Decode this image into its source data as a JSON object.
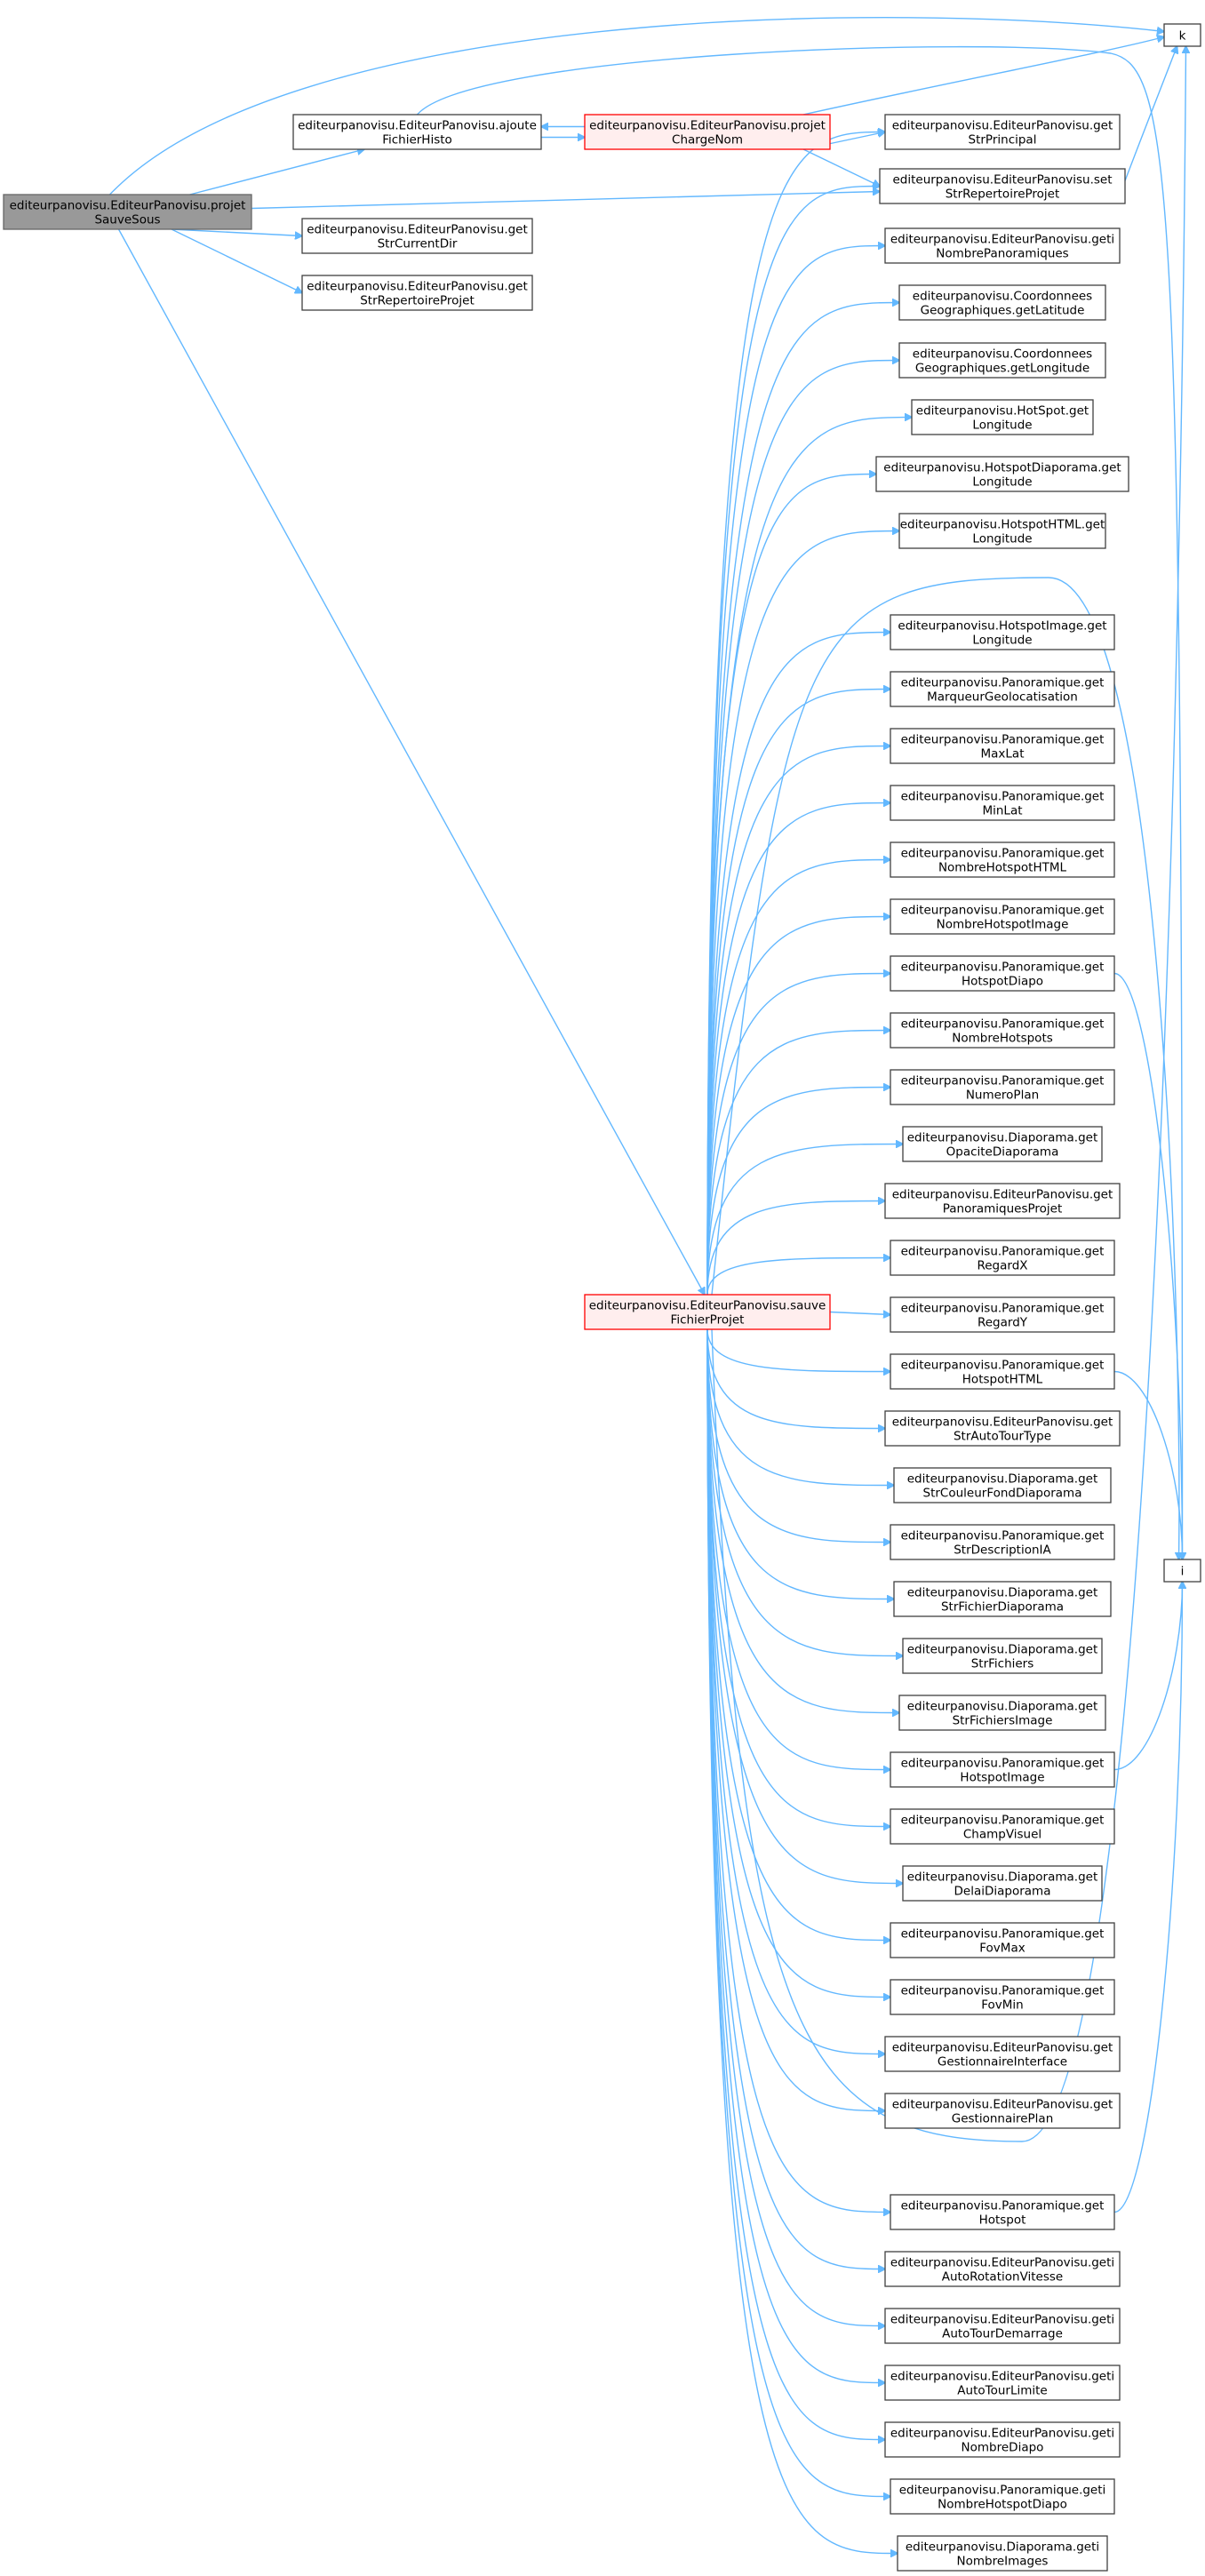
{
  "diagram": {
    "type": "call-graph",
    "colors": {
      "edge": "#63b8ff",
      "root_fill": "#999999",
      "highlight_border": "#ff0000",
      "highlight_fill": "#ffeeee",
      "node_border": "#404040"
    },
    "nodes": [
      {
        "id": "root",
        "lines": [
          "editeurpanovisu.EditeurPanovisu.projet",
          "SauveSous"
        ],
        "style": "root"
      },
      {
        "id": "ajoute",
        "lines": [
          "editeurpanovisu.EditeurPanovisu.ajoute",
          "FichierHisto"
        ],
        "style": "normal"
      },
      {
        "id": "charge",
        "lines": [
          "editeurpanovisu.EditeurPanovisu.projet",
          "ChargeNom"
        ],
        "style": "highlight"
      },
      {
        "id": "getCurDir",
        "lines": [
          "editeurpanovisu.EditeurPanovisu.get",
          "StrCurrentDir"
        ],
        "style": "normal"
      },
      {
        "id": "getRepProj",
        "lines": [
          "editeurpanovisu.EditeurPanovisu.get",
          "StrRepertoireProjet"
        ],
        "style": "normal"
      },
      {
        "id": "sauve",
        "lines": [
          "editeurpanovisu.EditeurPanovisu.sauve",
          "FichierProjet"
        ],
        "style": "highlight"
      },
      {
        "id": "k",
        "lines": [
          "k"
        ],
        "style": "normal"
      },
      {
        "id": "i",
        "lines": [
          "i"
        ],
        "style": "normal"
      },
      {
        "id": "n1",
        "lines": [
          "editeurpanovisu.EditeurPanovisu.get",
          "StrPrincipal"
        ],
        "style": "normal"
      },
      {
        "id": "n2",
        "lines": [
          "editeurpanovisu.EditeurPanovisu.set",
          "StrRepertoireProjet"
        ],
        "style": "normal"
      },
      {
        "id": "n3",
        "lines": [
          "editeurpanovisu.EditeurPanovisu.geti",
          "NombrePanoramiques"
        ],
        "style": "normal"
      },
      {
        "id": "n4",
        "lines": [
          "editeurpanovisu.Coordonnees",
          "Geographiques.getLatitude"
        ],
        "style": "normal"
      },
      {
        "id": "n5",
        "lines": [
          "editeurpanovisu.Coordonnees",
          "Geographiques.getLongitude"
        ],
        "style": "normal"
      },
      {
        "id": "n6",
        "lines": [
          "editeurpanovisu.HotSpot.get",
          "Longitude"
        ],
        "style": "normal"
      },
      {
        "id": "n7",
        "lines": [
          "editeurpanovisu.HotspotDiaporama.get",
          "Longitude"
        ],
        "style": "normal"
      },
      {
        "id": "n8",
        "lines": [
          "editeurpanovisu.HotspotHTML.get",
          "Longitude"
        ],
        "style": "normal"
      },
      {
        "id": "n9",
        "lines": [
          "editeurpanovisu.HotspotImage.get",
          "Longitude"
        ],
        "style": "normal"
      },
      {
        "id": "n10",
        "lines": [
          "editeurpanovisu.Panoramique.get",
          "MarqueurGeolocatisation"
        ],
        "style": "normal"
      },
      {
        "id": "n11",
        "lines": [
          "editeurpanovisu.Panoramique.get",
          "MaxLat"
        ],
        "style": "normal"
      },
      {
        "id": "n12",
        "lines": [
          "editeurpanovisu.Panoramique.get",
          "MinLat"
        ],
        "style": "normal"
      },
      {
        "id": "n13",
        "lines": [
          "editeurpanovisu.Panoramique.get",
          "NombreHotspotHTML"
        ],
        "style": "normal"
      },
      {
        "id": "n14",
        "lines": [
          "editeurpanovisu.Panoramique.get",
          "NombreHotspotImage"
        ],
        "style": "normal"
      },
      {
        "id": "n15",
        "lines": [
          "editeurpanovisu.Panoramique.get",
          "HotspotDiapo"
        ],
        "style": "normal"
      },
      {
        "id": "n16",
        "lines": [
          "editeurpanovisu.Panoramique.get",
          "NombreHotspots"
        ],
        "style": "normal"
      },
      {
        "id": "n17",
        "lines": [
          "editeurpanovisu.Panoramique.get",
          "NumeroPlan"
        ],
        "style": "normal"
      },
      {
        "id": "n18",
        "lines": [
          "editeurpanovisu.Diaporama.get",
          "OpaciteDiaporama"
        ],
        "style": "normal"
      },
      {
        "id": "n19",
        "lines": [
          "editeurpanovisu.EditeurPanovisu.get",
          "PanoramiquesProjet"
        ],
        "style": "normal"
      },
      {
        "id": "n20",
        "lines": [
          "editeurpanovisu.Panoramique.get",
          "RegardX"
        ],
        "style": "normal"
      },
      {
        "id": "n21",
        "lines": [
          "editeurpanovisu.Panoramique.get",
          "RegardY"
        ],
        "style": "normal"
      },
      {
        "id": "n22",
        "lines": [
          "editeurpanovisu.Panoramique.get",
          "HotspotHTML"
        ],
        "style": "normal"
      },
      {
        "id": "n23",
        "lines": [
          "editeurpanovisu.EditeurPanovisu.get",
          "StrAutoTourType"
        ],
        "style": "normal"
      },
      {
        "id": "n24",
        "lines": [
          "editeurpanovisu.Diaporama.get",
          "StrCouleurFondDiaporama"
        ],
        "style": "normal"
      },
      {
        "id": "n25",
        "lines": [
          "editeurpanovisu.Panoramique.get",
          "StrDescriptionIA"
        ],
        "style": "normal"
      },
      {
        "id": "n26",
        "lines": [
          "editeurpanovisu.Diaporama.get",
          "StrFichierDiaporama"
        ],
        "style": "normal"
      },
      {
        "id": "n27",
        "lines": [
          "editeurpanovisu.Diaporama.get",
          "StrFichiers"
        ],
        "style": "normal"
      },
      {
        "id": "n28",
        "lines": [
          "editeurpanovisu.Diaporama.get",
          "StrFichiersImage"
        ],
        "style": "normal"
      },
      {
        "id": "n29",
        "lines": [
          "editeurpanovisu.Panoramique.get",
          "HotspotImage"
        ],
        "style": "normal"
      },
      {
        "id": "n30",
        "lines": [
          "editeurpanovisu.Panoramique.get",
          "ChampVisuel"
        ],
        "style": "normal"
      },
      {
        "id": "n31",
        "lines": [
          "editeurpanovisu.Diaporama.get",
          "DelaiDiaporama"
        ],
        "style": "normal"
      },
      {
        "id": "n32",
        "lines": [
          "editeurpanovisu.Panoramique.get",
          "FovMax"
        ],
        "style": "normal"
      },
      {
        "id": "n33",
        "lines": [
          "editeurpanovisu.Panoramique.get",
          "FovMin"
        ],
        "style": "normal"
      },
      {
        "id": "n34",
        "lines": [
          "editeurpanovisu.EditeurPanovisu.get",
          "GestionnaireInterface"
        ],
        "style": "normal"
      },
      {
        "id": "n35",
        "lines": [
          "editeurpanovisu.EditeurPanovisu.get",
          "GestionnairePlan"
        ],
        "style": "normal"
      },
      {
        "id": "n36",
        "lines": [
          "editeurpanovisu.Panoramique.get",
          "Hotspot"
        ],
        "style": "normal"
      },
      {
        "id": "n37",
        "lines": [
          "editeurpanovisu.EditeurPanovisu.geti",
          "AutoRotationVitesse"
        ],
        "style": "normal"
      },
      {
        "id": "n38",
        "lines": [
          "editeurpanovisu.EditeurPanovisu.geti",
          "AutoTourDemarrage"
        ],
        "style": "normal"
      },
      {
        "id": "n39",
        "lines": [
          "editeurpanovisu.EditeurPanovisu.geti",
          "AutoTourLimite"
        ],
        "style": "normal"
      },
      {
        "id": "n40",
        "lines": [
          "editeurpanovisu.EditeurPanovisu.geti",
          "NombreDiapo"
        ],
        "style": "normal"
      },
      {
        "id": "n41",
        "lines": [
          "editeurpanovisu.Panoramique.geti",
          "NombreHotspotDiapo"
        ],
        "style": "normal"
      },
      {
        "id": "n42",
        "lines": [
          "editeurpanovisu.Diaporama.geti",
          "NombreImages"
        ],
        "style": "normal"
      }
    ],
    "edges": [
      [
        "root",
        "ajoute"
      ],
      [
        "root",
        "k"
      ],
      [
        "root",
        "n2"
      ],
      [
        "root",
        "getCurDir"
      ],
      [
        "root",
        "getRepProj"
      ],
      [
        "root",
        "sauve"
      ],
      [
        "ajoute",
        "charge"
      ],
      [
        "ajoute",
        "i"
      ],
      [
        "charge",
        "ajoute"
      ],
      [
        "charge",
        "k"
      ],
      [
        "charge",
        "n1"
      ],
      [
        "charge",
        "n2"
      ],
      [
        "n2",
        "k"
      ],
      [
        "sauve",
        "n1"
      ],
      [
        "sauve",
        "n2"
      ],
      [
        "sauve",
        "n3"
      ],
      [
        "sauve",
        "n4"
      ],
      [
        "sauve",
        "n5"
      ],
      [
        "sauve",
        "n6"
      ],
      [
        "sauve",
        "n7"
      ],
      [
        "sauve",
        "n8"
      ],
      [
        "sauve",
        "n9"
      ],
      [
        "sauve",
        "n10"
      ],
      [
        "sauve",
        "n11"
      ],
      [
        "sauve",
        "n12"
      ],
      [
        "sauve",
        "n13"
      ],
      [
        "sauve",
        "n14"
      ],
      [
        "sauve",
        "n15"
      ],
      [
        "sauve",
        "n16"
      ],
      [
        "sauve",
        "n17"
      ],
      [
        "sauve",
        "n18"
      ],
      [
        "sauve",
        "n19"
      ],
      [
        "sauve",
        "n20"
      ],
      [
        "sauve",
        "n21"
      ],
      [
        "sauve",
        "n22"
      ],
      [
        "sauve",
        "n23"
      ],
      [
        "sauve",
        "n24"
      ],
      [
        "sauve",
        "n25"
      ],
      [
        "sauve",
        "n26"
      ],
      [
        "sauve",
        "n27"
      ],
      [
        "sauve",
        "n28"
      ],
      [
        "sauve",
        "n29"
      ],
      [
        "sauve",
        "n30"
      ],
      [
        "sauve",
        "n31"
      ],
      [
        "sauve",
        "n32"
      ],
      [
        "sauve",
        "n33"
      ],
      [
        "sauve",
        "n34"
      ],
      [
        "sauve",
        "n35"
      ],
      [
        "sauve",
        "n36"
      ],
      [
        "sauve",
        "n37"
      ],
      [
        "sauve",
        "n38"
      ],
      [
        "sauve",
        "n39"
      ],
      [
        "sauve",
        "n40"
      ],
      [
        "sauve",
        "n41"
      ],
      [
        "sauve",
        "n42"
      ],
      [
        "sauve",
        "k"
      ],
      [
        "sauve",
        "i"
      ],
      [
        "n15",
        "i"
      ],
      [
        "n22",
        "i"
      ],
      [
        "n29",
        "i"
      ],
      [
        "n36",
        "i"
      ]
    ]
  }
}
